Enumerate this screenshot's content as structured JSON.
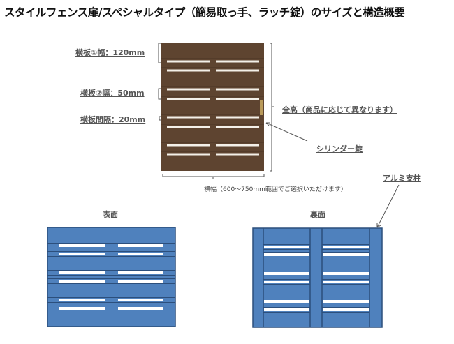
{
  "title": "スタイルフェンス扉/スペシャルタイプ（簡易取っ手、ラッチ錠）のサイズと構造概要",
  "labels": {
    "board1_width": "横板①幅：120mm",
    "board2_width": "横板②幅：50mm",
    "board_gap": "横板間隔：20mm",
    "total_height": "全高（商品に応じて異なります）",
    "cylinder_lock": "シリンダー錠",
    "width": "横幅（600～750mm範囲でご選択いただけます）",
    "aluminum_post": "アルミ支柱",
    "front": "表面",
    "back": "裏面"
  },
  "colors": {
    "door_brown": "#5e4430",
    "panel_blue": "#4f81bd",
    "panel_border": "#2c4f7c"
  }
}
